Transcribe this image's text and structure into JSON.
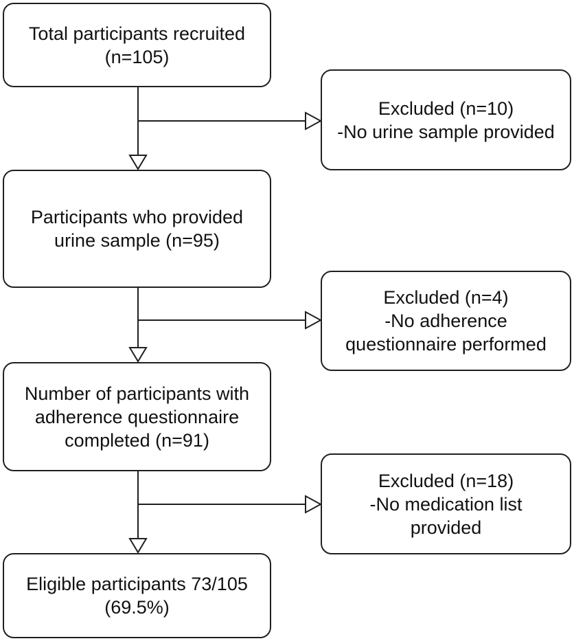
{
  "flowchart": {
    "main_steps": [
      {
        "lines": [
          "Total participants recruited",
          "(n=105)"
        ]
      },
      {
        "lines": [
          "Participants who provided",
          "urine sample (n=95)"
        ]
      },
      {
        "lines": [
          "Number of participants with",
          "adherence questionnaire",
          "completed (n=91)"
        ]
      },
      {
        "lines": [
          "Eligible participants 73/105",
          "(69.5%)"
        ]
      }
    ],
    "exclusions": [
      {
        "lines": [
          "Excluded (n=10)",
          "-No urine sample provided"
        ]
      },
      {
        "lines": [
          "Excluded (n=4)",
          "-No adherence",
          "questionnaire performed"
        ]
      },
      {
        "lines": [
          "Excluded (n=18)",
          "-No medication list",
          "provided"
        ]
      }
    ]
  },
  "colors": {
    "border": "#1f1f1f",
    "text": "#111111",
    "background": "#ffffff"
  }
}
